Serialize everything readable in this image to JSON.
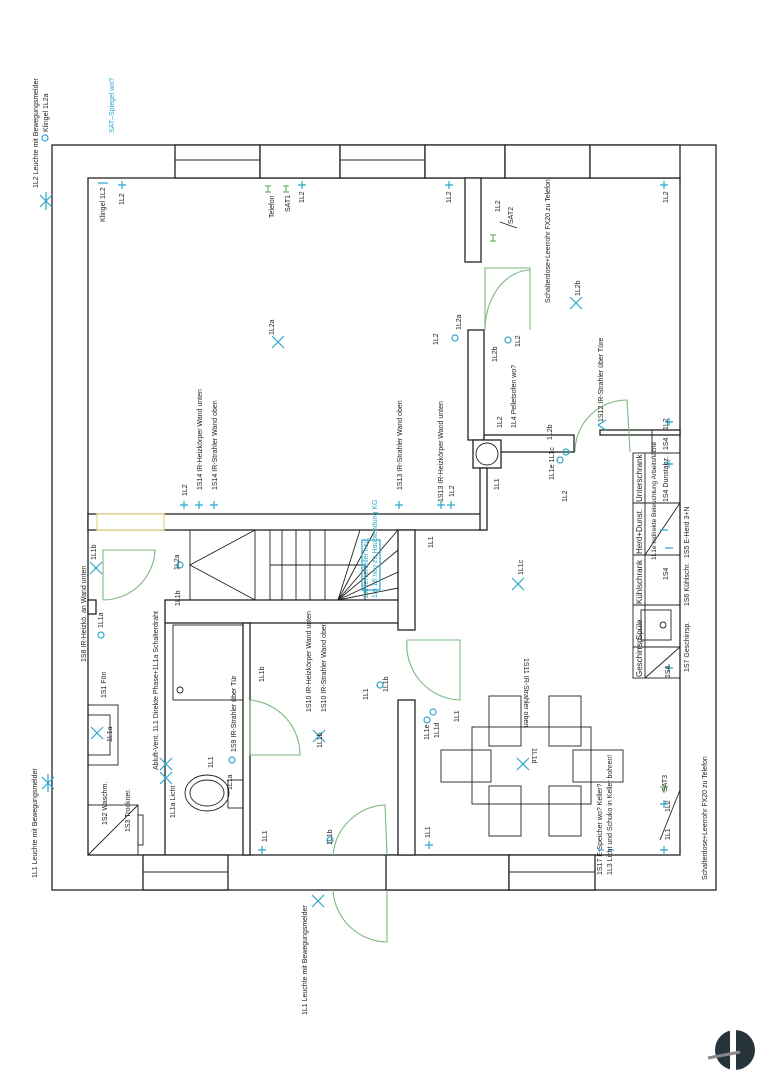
{
  "title": "Elektroplan Erdgeschoss",
  "colors": {
    "symbol": "#2aa7c9",
    "door": "#7fb77f",
    "wall": "#222222",
    "logo": "#27343c"
  },
  "labels": {
    "klingel_outside": "Klingel 1L2a",
    "sat_spiegel": "SAT–Spiegel  wo?",
    "l2_leuchte": "1L2 Leuchte mit Bewegungsmelder",
    "klingel_1l2": "Klingel 1L2",
    "l2_a": "1L2",
    "telefon": "Telefon",
    "sat1": "SAT1",
    "l2_b": "1L2",
    "l2_c": "1L2",
    "l2_d": "1L2",
    "sat2": "SAT2",
    "l2_e": "1L2",
    "schalterdose_top": "Schalterdose+Leerrohr FX20 zu Telefon",
    "l2b_room": "1L2b",
    "l2a_room": "1L2a",
    "l2_f": "1L2",
    "l2a_sw": "1L2a",
    "l2b_sw": "1L2b",
    "l2_g": "1L2",
    "s12": "1S12 IR-Strahler über Türe",
    "l4": "1L4 Pelletsofen wo?",
    "l2_h": "1L2",
    "l2b_door": "1L2b",
    "l1e_l1c": "1L1e 1L1c",
    "l2_i": "1L2",
    "l1_chimney": "1L1",
    "s14_unten": "1S14 IR-Heizkörper Wand unten",
    "s14_oben": "1S14 IR-Strahler Wand oben",
    "l2_j": "1L2",
    "s13_oben": "1S13 IR-Strahler Wand oben",
    "s13_unten": "1S13 IR-Heizkörper Wand unten",
    "l2_k": "1L2",
    "zaehler_1": "Zählerverteiler  neu,",
    "zaehler_2": "1m 16 neu zu  Hauptendung  KG",
    "l1_stair": "1L1",
    "l1c": "1L1c",
    "l2a_hall": "1L2a",
    "l1b_hall": "1L1b",
    "l1b_entry": "1L1b",
    "l1a_entry": "1L1a",
    "s8": "1S8 IR-Heizkö. an Wand unten",
    "s1": "1S1 Fön",
    "l1a_sink": "1L1a",
    "abluft": "Abluft-Vent. 1L1 Direkte Phase+1L1a Schalterdraht",
    "s9": "1S9 IR-Strahler über Tür",
    "l1b_bath": "1L1b",
    "s10_unten": "1S10 IR-Heizkörper Wand unten",
    "s10_oben": "1S10 IR-Strahler Wand oben",
    "l1b_hall2": "1L1b",
    "l1_hall": "1L1",
    "l1b_hall3": "1L1b",
    "l1e_dining": "1L1e",
    "l1d_dining": "1L1d",
    "l1_dining": "1L1",
    "s11": "1S11 IR-Strahler oben",
    "l1d_table": "1L1d",
    "l1a_licht": "1L1a Licht",
    "l1_wc": "1L1",
    "l1a_wc": "1L1a",
    "s2": "1S2 Waschm.",
    "s3": "1S3 Trockner.",
    "l1_leuchte": "1L1 Leuchte mit Bewegungsmelder",
    "l1_bottom_a": "1L1",
    "l1b_bottom": "1L1b",
    "l1_bottom_b": "1L1",
    "l1_leuchte_entry": "1L1 Leuchte mit Bewegungsmelder",
    "s17": "1S17 E-Speicher wo? Keller?",
    "l3": "1L3 Licht und Schuko in Keller bohren!",
    "l1_kitchen": "1L1",
    "l2_kitchen": "1L2",
    "sat3": "SAT3",
    "schalterdose_bottom": "Schalterdose+Leerrohr FX20 zu Telefon",
    "l2_kright": "1L2",
    "s4_a": "1S4",
    "s4_dunst": "1S4 Dunstabz.",
    "s4_b": "1S4",
    "s4_c": "1S4",
    "l1e_indirekt": "1L1e Indirekte Beleuchtung Arbeitsfläche",
    "s5": "1S5 E-Herd 3+N",
    "s6": "1S6 Kühlschr.",
    "s7": "1S7 Geschirrsp."
  },
  "kitchen": {
    "unterschrank": "Unterschrank",
    "herd": "Herd+Dunst.",
    "kuehlschrank": "Kühlschrank",
    "spuele": "Spüle",
    "geschirrsp": "Geschirrsp."
  }
}
